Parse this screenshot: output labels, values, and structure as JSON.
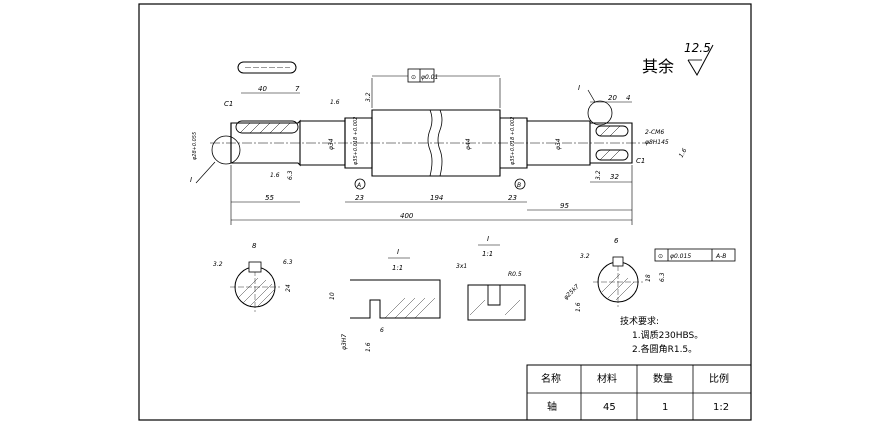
{
  "surface_finish_note": {
    "label": "其余",
    "roughness": "12.5"
  },
  "tolerances": {
    "runout_main": "⊙",
    "runout_main_value": "φ0.01",
    "runout_right_value": "φ0.015",
    "datum_ref": "A-B",
    "datum_a": "A",
    "datum_b": "B"
  },
  "dimensions": {
    "d40": "40",
    "d7": "7",
    "d55": "55",
    "d23a": "23",
    "d194": "194",
    "d23b": "23",
    "d95": "95",
    "d400": "400",
    "d20": "20",
    "d4": "4",
    "d32": "32",
    "d16": "1.6",
    "d32r": "3.2",
    "d16b": "1.6",
    "d63": "6.3",
    "d34a": "φ34",
    "d44": "φ44",
    "d34b": "φ34",
    "d35a": "φ35+0.018 +0.002",
    "d35b": "φ35+0.018 +0.002",
    "d28": "φ28+0.055",
    "c1a": "C1",
    "c1b": "C1",
    "thread": "2-CM6",
    "thread2": "φ8H145",
    "d16c": "1.6",
    "d32c": "3.2"
  },
  "callouts": {
    "roman_a": "I",
    "roman_b": "I",
    "roman_c": "I",
    "roman_d": "I"
  },
  "section_views": {
    "left_section": {
      "width": "8",
      "roughness": "3.2",
      "roughness2": "6.3",
      "depth": "24"
    },
    "detail_a": {
      "label": "I",
      "scale": "1:1",
      "dim10": "10",
      "dim6": "6",
      "fit": "φ3H7",
      "rough": "1.6"
    },
    "detail_b": {
      "label": "I",
      "scale": "1:1",
      "dim3x1": "3x1",
      "radius": "R0.5"
    },
    "right_section": {
      "width": "6",
      "roughness": "3.2",
      "roughness2": "6.3",
      "depth": "18",
      "fit": "φ25k7",
      "rough": "1.6"
    }
  },
  "tech_notes": {
    "title": "技术要求:",
    "items": [
      "1.调质230HBS。",
      "2.各圆角R1.5。"
    ]
  },
  "title_block": {
    "headers": [
      "名称",
      "材料",
      "数量",
      "比例"
    ],
    "values": [
      "轴",
      "45",
      "1",
      "1:2"
    ]
  }
}
